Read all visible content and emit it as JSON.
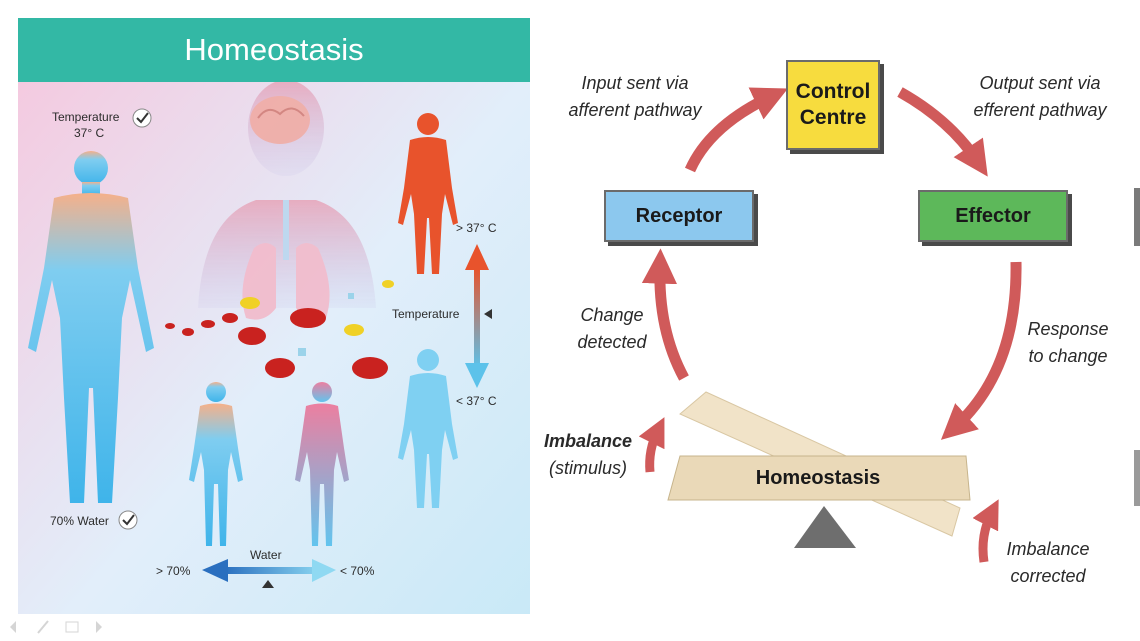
{
  "left_panel": {
    "title": "Homeostasis",
    "temp_label_line1": "Temperature",
    "temp_label_line2": "37° C",
    "water_label": "70% Water",
    "high_temp": "> 37° C",
    "temperature": "Temperature",
    "low_temp": "< 37° C",
    "water": "Water",
    "more_water": "> 70%",
    "less_water": "< 70%",
    "colors": {
      "header": "#33b8a5",
      "hot": "#e8532c",
      "cold": "#5cc2ea",
      "water_arrow": "#2a6fbf"
    }
  },
  "right_panel": {
    "control_centre": {
      "line1": "Control",
      "line2": "Centre",
      "color": "#f7dc3e"
    },
    "receptor": {
      "label": "Receptor",
      "color": "#8cc8ee"
    },
    "effector": {
      "label": "Effector",
      "color": "#5db85a"
    },
    "balance_label": "Homeostasis",
    "input_line1": "Input sent via",
    "input_line2": "afferent pathway",
    "output_line1": "Output sent via",
    "output_line2": "efferent pathway",
    "change_line1": "Change",
    "change_line2": "detected",
    "response_line1": "Response",
    "response_line2": "to change",
    "imbalance_line1": "Imbalance",
    "imbalance_line2": "(stimulus)",
    "corrected_line1": "Imbalance",
    "corrected_line2": "corrected",
    "arrow_color": "#d05a5a"
  }
}
